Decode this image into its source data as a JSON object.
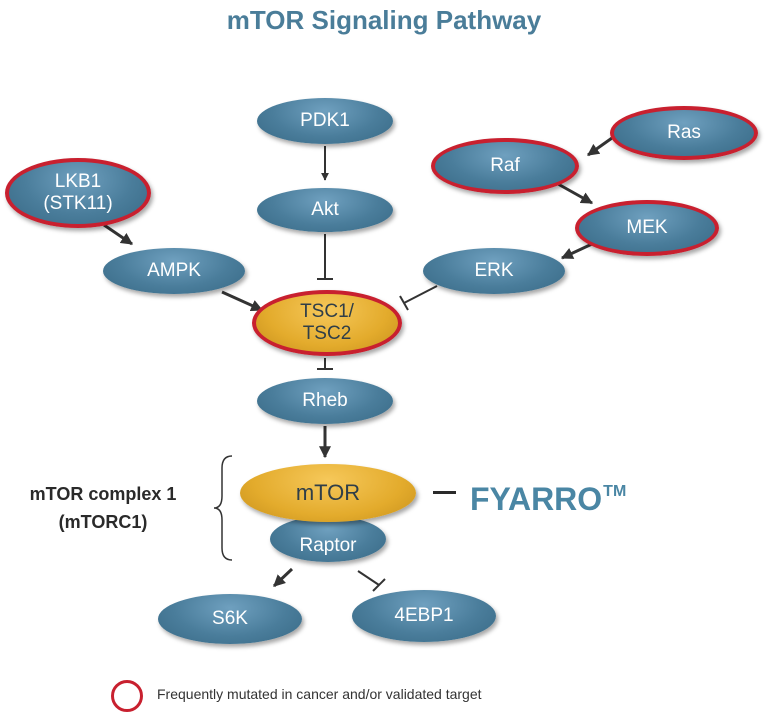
{
  "title": "mTOR Signaling Pathway",
  "nodes": {
    "pdk1": "PDK1",
    "akt": "Akt",
    "lkb1_line1": "LKB1",
    "lkb1_line2": "(STK11)",
    "ampk": "AMPK",
    "tsc_line1": "TSC1/",
    "tsc_line2": "TSC2",
    "ras": "Ras",
    "raf": "Raf",
    "mek": "MEK",
    "erk": "ERK",
    "rheb": "Rheb",
    "mtor": "mTOR",
    "raptor": "Raptor",
    "s6k": "S6K",
    "ebp1": "4EBP1"
  },
  "complex_label": {
    "line1": "mTOR complex 1",
    "line2": "(mTORC1)"
  },
  "drug": {
    "name": "FYARRO",
    "mark": "TM"
  },
  "legend": {
    "text": "Frequently mutated in cancer and/or validated target"
  },
  "colors": {
    "node_blue": "#4a7d9b",
    "node_gold": "#e3ab2c",
    "mutated_ring": "#c8202f",
    "title": "#4a7d99",
    "drug": "#4a86a4"
  }
}
